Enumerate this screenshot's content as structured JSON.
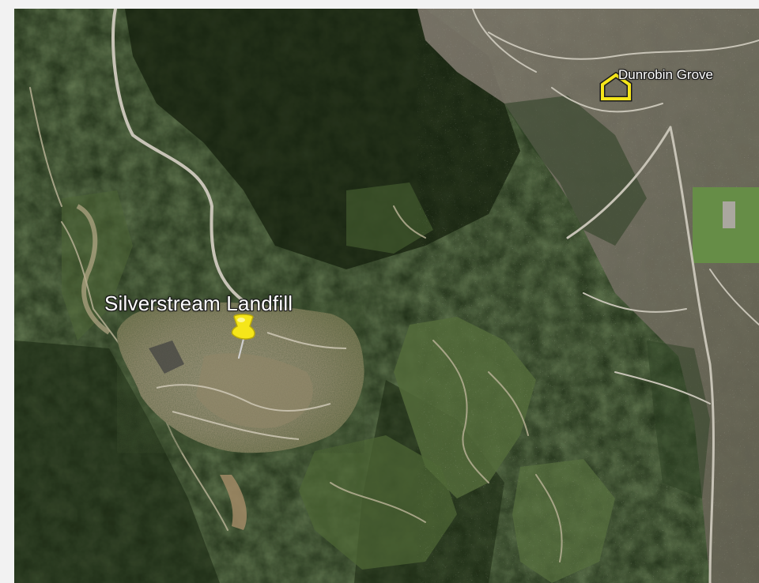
{
  "map": {
    "view": "satellite",
    "colors": {
      "forest_dark": "#1c2a15",
      "forest_mid": "#2e4423",
      "grass": "#6f8a4e",
      "bare_ground": "#c8b896",
      "road": "#d6d2c4",
      "suburb": "#8b8478",
      "pin_yellow": "#f5e61a",
      "label_text": "#ffffff"
    },
    "placemarks": [
      {
        "name": "Silverstream Landfill",
        "icon": "pushpin-icon"
      },
      {
        "name": "Dunrobin Grove",
        "icon": "house-icon"
      }
    ]
  }
}
